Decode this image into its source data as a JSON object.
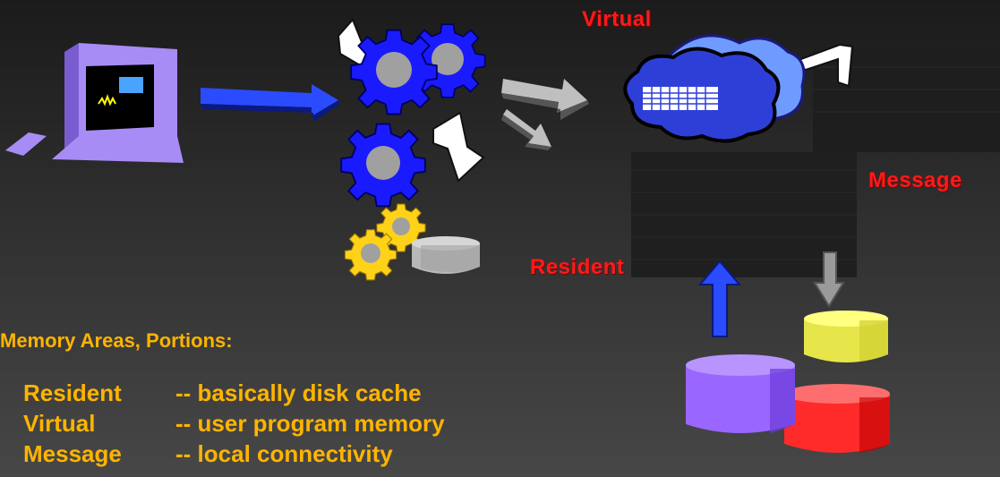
{
  "diagram": {
    "labels": {
      "virtual": "Virtual",
      "message": "Message",
      "resident": "Resident"
    },
    "heading": "Memory Areas, Portions:",
    "legend": [
      {
        "term": "Resident",
        "desc": "-- basically disk cache"
      },
      {
        "term": "Virtual",
        "desc": "-- user program memory"
      },
      {
        "term": "Message",
        "desc": "-- local connectivity"
      }
    ],
    "icons": [
      "computer-icon",
      "gear-icon",
      "lightning-icon",
      "cloud-icon",
      "memory-chip-icon",
      "disk-icon",
      "arrow-icon"
    ],
    "colors": {
      "label_red": "#ff1a1a",
      "legend_orange": "#ffb400",
      "gear_blue": "#1a1aff",
      "gear_yellow": "#ffd21a",
      "computer_purple": "#a78cf5",
      "disk_purple": "#9966ff",
      "disk_yellow": "#ffff66",
      "disk_red": "#ff3333",
      "cloud_blue": "#3d4fe0"
    }
  }
}
